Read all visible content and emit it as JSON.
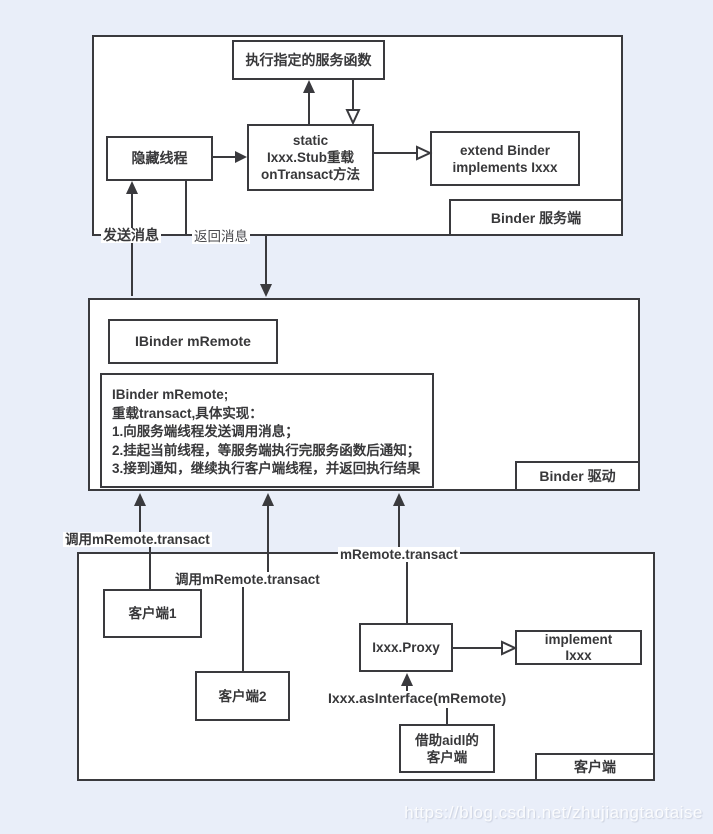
{
  "colors": {
    "background": "#e9eef9",
    "line": "#3a3a3e",
    "box_fill": "#ffffff"
  },
  "watermark": "https://blog.csdn.net/zhujiangtaotaise",
  "server_section": {
    "tag": "Binder 服务端",
    "exec_box": "执行指定的服务函数",
    "hidden_thread_box": "隐藏线程",
    "stub_box_lines": [
      "static",
      "Ixxx.Stub重载",
      "onTransact方法"
    ],
    "extend_box_lines": [
      "extend Binder",
      "implements Ixxx"
    ],
    "send_label": "发送消息",
    "return_label": "返回消息"
  },
  "driver_section": {
    "tag": "Binder 驱动",
    "ibinder_box": "IBinder mRemote",
    "transact_box_lines": [
      "IBinder mRemote;",
      "重载transact,具体实现：",
      "1.向服务端线程发送调用消息；",
      "2.挂起当前线程，等服务端执行完服务函数后通知；",
      "3.接到通知，继续执行客户端线程，并返回执行结果"
    ]
  },
  "client_section": {
    "tag": "客户端",
    "client1_box": "客户端1",
    "client2_box": "客户端2",
    "proxy_box": "Ixxx.Proxy",
    "impl_box_lines": [
      "implement",
      "Ixxx"
    ],
    "aidl_box_lines": [
      "借助aidl的",
      "客户端"
    ],
    "call1_label": "调用mRemote.transact",
    "call2_label": "调用mRemote.transact",
    "call3_label": "mRemote.transact",
    "asinterface_label": "Ixxx.asInterface(mRemote)"
  }
}
